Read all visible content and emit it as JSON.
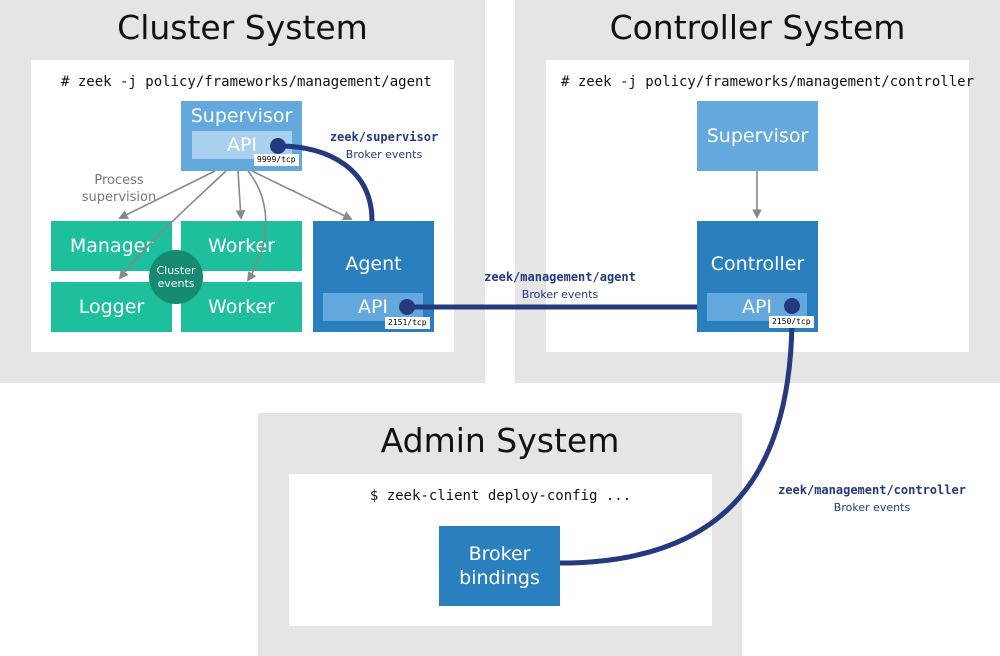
{
  "cluster_system": {
    "title": "Cluster System",
    "command": "# zeek -j policy/frameworks/management/agent",
    "supervisor": {
      "label": "Supervisor",
      "api_label": "API",
      "port": "9999/tcp"
    },
    "process_supervision": "Process supervision",
    "nodes": {
      "manager": "Manager",
      "worker_top": "Worker",
      "logger": "Logger",
      "worker_bottom": "Worker"
    },
    "cluster_events": "Cluster events",
    "agent": {
      "label": "Agent",
      "api_label": "API",
      "port": "2151/tcp"
    }
  },
  "controller_system": {
    "title": "Controller System",
    "command": "# zeek -j policy/frameworks/management/controller",
    "supervisor": {
      "label": "Supervisor"
    },
    "controller": {
      "label": "Controller",
      "api_label": "API",
      "port": "2150/tcp"
    }
  },
  "admin_system": {
    "title": "Admin System",
    "command": "$ zeek-client deploy-config ...",
    "broker_bindings": "Broker bindings"
  },
  "connections": {
    "supervisor_topic": "zeek/supervisor",
    "agent_topic": "zeek/management/agent",
    "controller_topic": "zeek/management/controller",
    "events_label": "Broker events"
  },
  "colors": {
    "panel": "#e5e5e5",
    "node_green": "#1dbf9c",
    "node_blue": "#2a7fbf",
    "supervisor_blue": "#64a9dd",
    "link_navy": "#24397e",
    "arrow_gray": "#888888"
  }
}
